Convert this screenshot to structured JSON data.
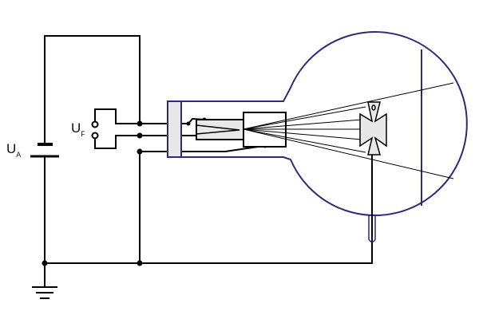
{
  "labels": {
    "anode_voltage": {
      "main": "U",
      "sub": "A"
    },
    "filament_voltage": {
      "main": "U",
      "sub": "F"
    }
  },
  "colors": {
    "wire": "#000000",
    "tube": "#2e2a7a",
    "fill": "#e8e8e8"
  }
}
